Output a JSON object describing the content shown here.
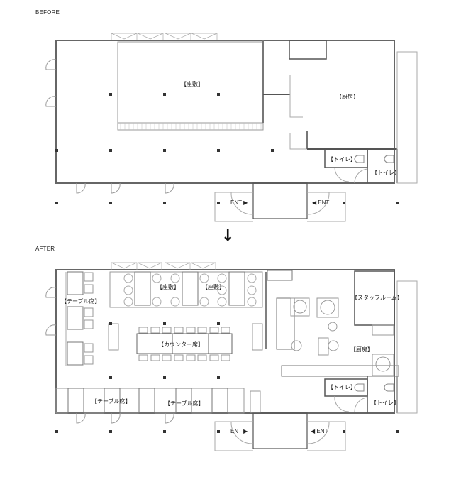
{
  "before": {
    "heading": "BEFORE",
    "rooms": {
      "zashiki": "【座敷】",
      "kitchen": "【厨房】",
      "toilet_1": "【トイレ】",
      "toilet_2": "【トイレ】"
    },
    "entrances": {
      "left": "ENT ▶",
      "right": "◀ ENT"
    }
  },
  "transition_arrow": "↓",
  "after": {
    "heading": "AFTER",
    "rooms": {
      "table_seats_left": "【テーブル席】",
      "zashiki_1": "【座敷】",
      "zashiki_2": "【座敷】",
      "counter_seats": "【カウンター席】",
      "staff_room": "【スタッフルーム】",
      "kitchen": "【厨房】",
      "toilet_1": "【トイレ】",
      "toilet_2": "【トイレ】",
      "table_seats_bottom_1": "【テーブル席】",
      "table_seats_bottom_2": "【テーブル席】"
    },
    "entrances": {
      "left": "ENT ▶",
      "right": "◀ ENT"
    }
  },
  "colors": {
    "wall": "#444444",
    "wall_light": "#999999",
    "fixture": "#888888",
    "column": "#333333"
  }
}
